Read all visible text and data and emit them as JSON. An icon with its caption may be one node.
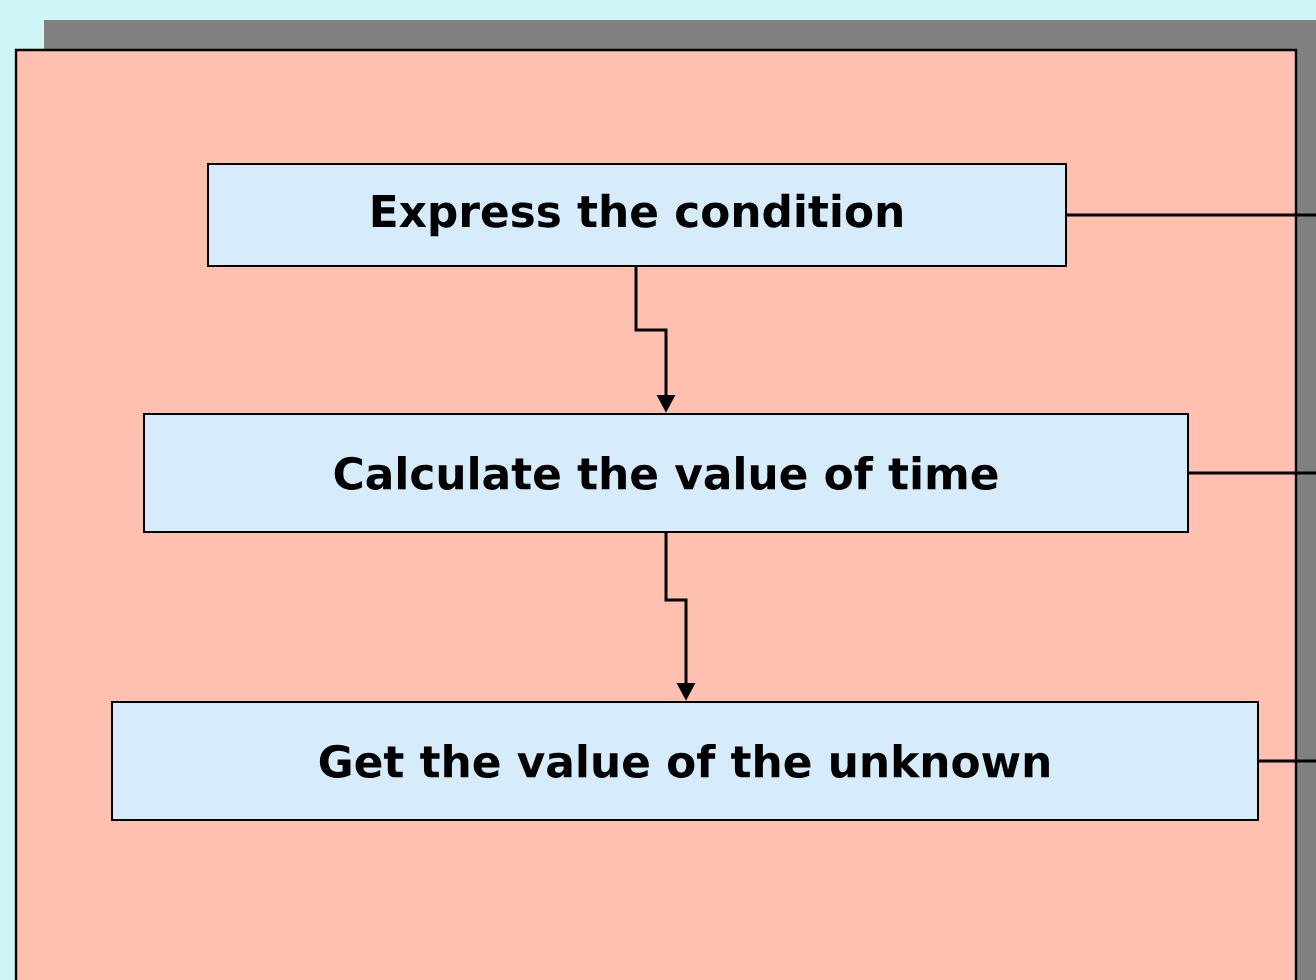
{
  "diagram": {
    "nodes": [
      {
        "text": [
          "Express the condition"
        ]
      },
      {
        "text": [
          "Calculate the value of time"
        ]
      },
      {
        "text": [
          "Get the value of the unknown"
        ]
      }
    ],
    "edges": [
      {
        "from": 0,
        "to": 1,
        "arrow": "to"
      },
      {
        "from": 1,
        "to": 2,
        "arrow": "to"
      },
      {
        "from": 0,
        "to": null,
        "arrow": "none"
      },
      {
        "from": 1,
        "to": null,
        "arrow": "none"
      },
      {
        "from": 2,
        "to": null,
        "arrow": "none"
      }
    ]
  }
}
